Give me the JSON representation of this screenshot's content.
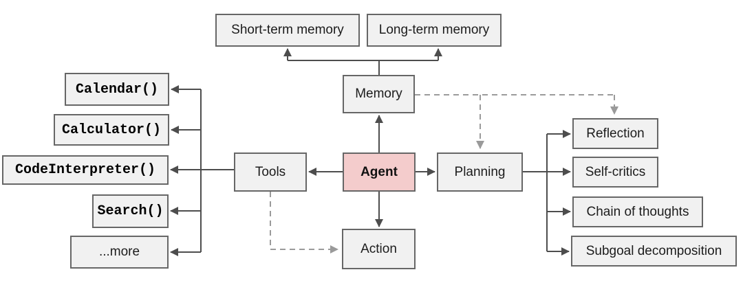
{
  "diagram": {
    "title": "LLM agent architecture diagram",
    "nodes": {
      "agent": {
        "label": "Agent"
      },
      "memory": {
        "label": "Memory"
      },
      "tools": {
        "label": "Tools"
      },
      "planning": {
        "label": "Planning"
      },
      "action": {
        "label": "Action"
      },
      "short_term_memory": {
        "label": "Short-term memory"
      },
      "long_term_memory": {
        "label": "Long-term memory"
      },
      "calendar": {
        "label": "Calendar()"
      },
      "calculator": {
        "label": "Calculator()"
      },
      "code_interpreter": {
        "label": "CodeInterpreter()"
      },
      "search": {
        "label": "Search()"
      },
      "more": {
        "label": "...more"
      },
      "reflection": {
        "label": "Reflection"
      },
      "self_critics": {
        "label": "Self-critics"
      },
      "chain_of_thoughts": {
        "label": "Chain of thoughts"
      },
      "subgoal_decomposition": {
        "label": "Subgoal decomposition"
      }
    },
    "edges": [
      "memory -> short_term_memory (solid arrow)",
      "memory -> long_term_memory (solid arrow)",
      "agent -> memory (solid arrow)",
      "agent -> tools (solid arrow)",
      "agent -> planning (solid arrow)",
      "agent -> action (solid arrow)",
      "tools -> calendar (solid arrow)",
      "tools -> calculator (solid arrow)",
      "tools -> code_interpreter (solid arrow)",
      "tools -> search (solid arrow)",
      "tools -> more (solid arrow)",
      "planning -> reflection (solid arrow)",
      "planning -> self_critics (solid arrow)",
      "planning -> chain_of_thoughts (solid arrow)",
      "planning -> subgoal_decomposition (solid arrow)",
      "memory -> planning (dashed arrow)",
      "memory -> reflection (dashed arrow)",
      "tools -> action (dashed arrow)"
    ],
    "colors": {
      "box_fill": "#f1f1f1",
      "box_border": "#666666",
      "agent_fill": "#f4cccc",
      "agent_border": "#666666",
      "solid_line": "#4d4d4d",
      "dashed_line": "#9a9a9a"
    }
  }
}
